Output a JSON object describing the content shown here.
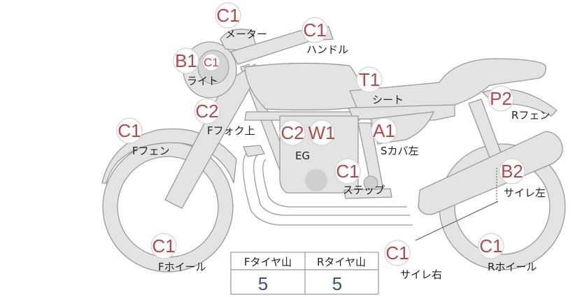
{
  "parts": {
    "meter": {
      "label": "メーター",
      "code": "C1"
    },
    "handle": {
      "label": "ハンドル",
      "code": "C1"
    },
    "light": {
      "label": "ライト",
      "code": "B1",
      "code2": "C1"
    },
    "seat": {
      "label": "シート",
      "code": "T1"
    },
    "rfender": {
      "label": "Rフェン",
      "code": "P2"
    },
    "ffork": {
      "label": "Fフォク上",
      "code": "C2"
    },
    "ffender": {
      "label": "Fフェン",
      "code": "C1"
    },
    "engine": {
      "label": "EG",
      "code": "C2",
      "code2": "W1"
    },
    "sidecover": {
      "label": "Sカバ左",
      "code": "A1"
    },
    "step": {
      "label": "ステップ",
      "code": "C1"
    },
    "muffler_l": {
      "label": "サイレ左",
      "code": "B2"
    },
    "fwheel": {
      "label": "Fホイール",
      "code": "C1"
    },
    "muffler_r": {
      "label": "サイレ右",
      "code": "C1"
    },
    "rwheel": {
      "label": "Rホイール",
      "code": "C1"
    }
  },
  "tread": {
    "front_label": "Fタイヤ山",
    "rear_label": "Rタイヤ山",
    "front_value": "5",
    "rear_value": "5"
  },
  "colors": {
    "code": "#b5484a",
    "tread_value": "#3a4f86",
    "body": "#e3e3e1"
  }
}
